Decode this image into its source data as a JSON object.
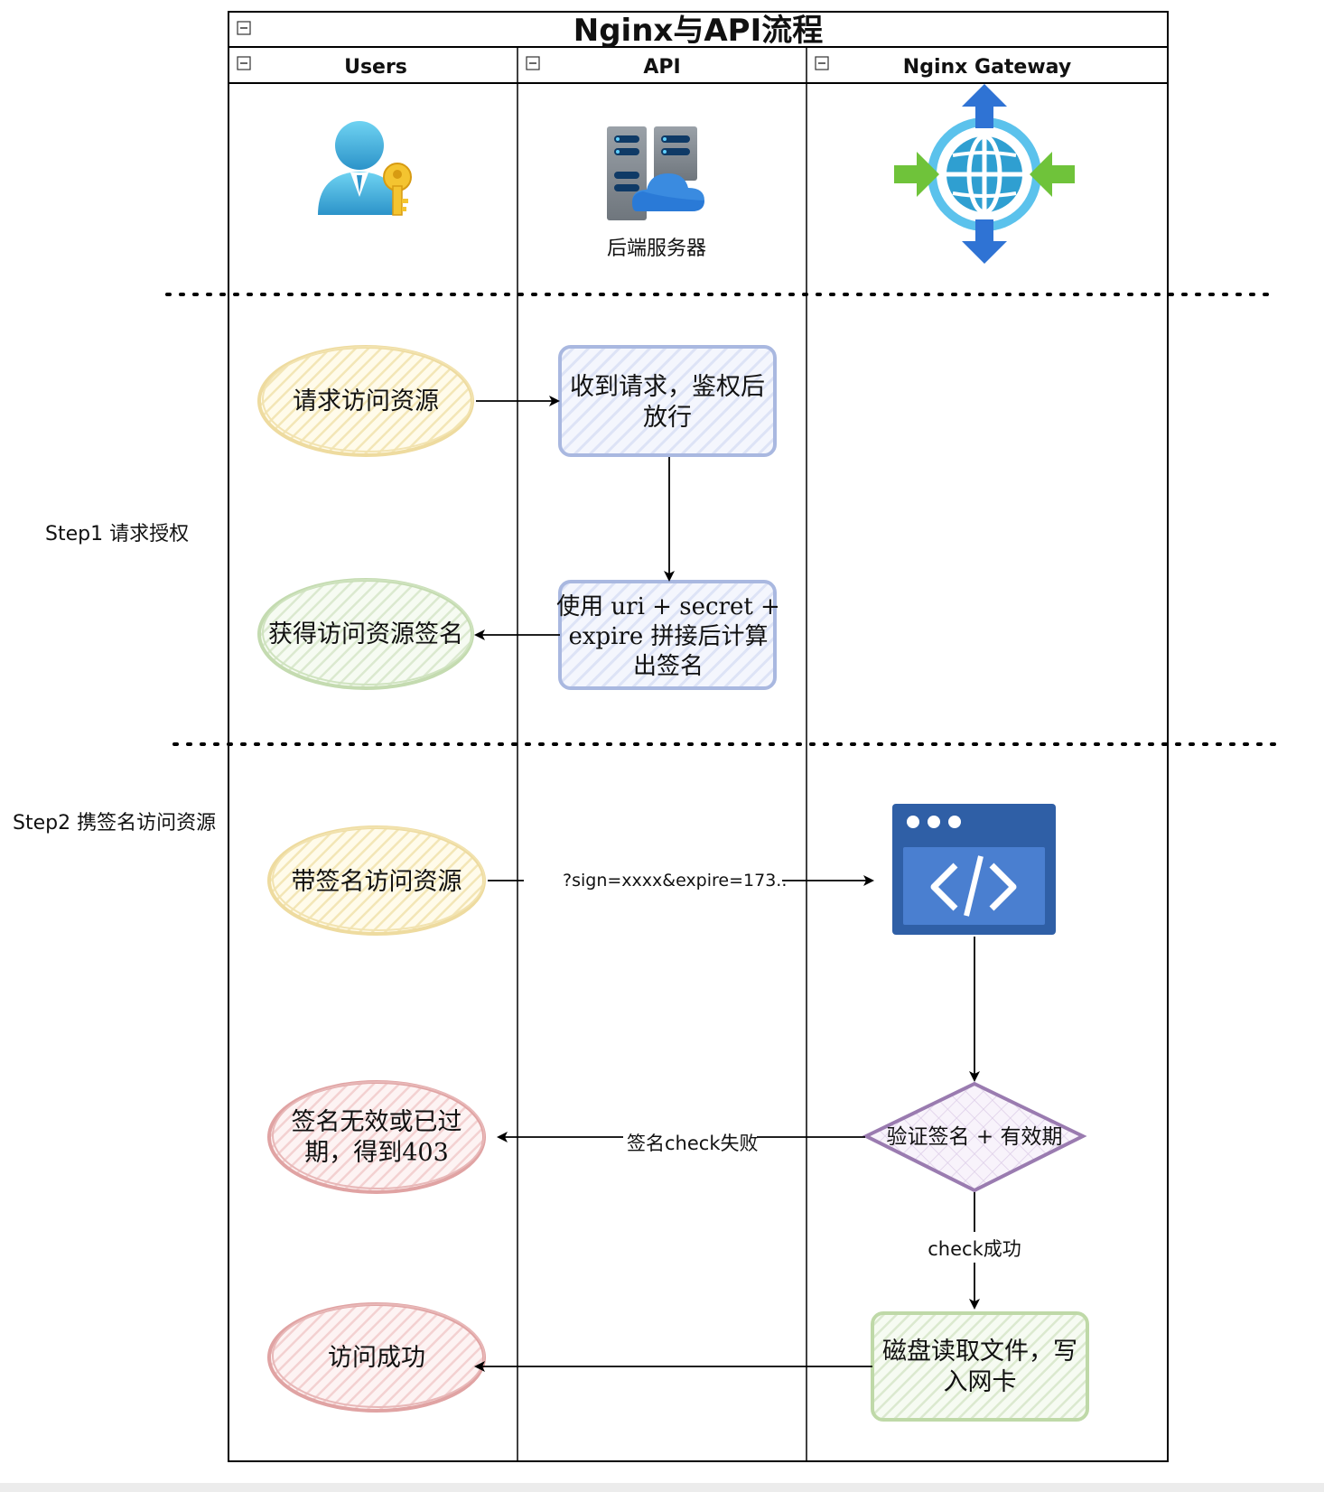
{
  "title": "Nginx与API流程",
  "lanes": {
    "users": "Users",
    "api": "API",
    "gateway": "Nginx Gateway"
  },
  "icons": {
    "user_key": "user-key-icon",
    "server_cloud": "server-cloud-icon",
    "gateway_globe": "globe-arrows-icon",
    "code_window": "code-window-icon"
  },
  "server_label": "后端服务器",
  "steps": {
    "step1": "Step1 请求授权",
    "step2": "Step2 携签名访问资源"
  },
  "nodes": {
    "request_access": "请求访问资源",
    "receive_auth": [
      "收到请求，鉴权后",
      "放行"
    ],
    "compute_sign": [
      "使用 uri + secret +",
      "expire 拼接后计算",
      "出签名"
    ],
    "get_signature": "获得访问资源签名",
    "access_with_sign": "带签名访问资源",
    "verify": "验证签名 + 有效期",
    "sign_invalid": [
      "签名无效或已过",
      "期，得到403"
    ],
    "disk_read": [
      "磁盘读取文件，写",
      "入网卡"
    ],
    "access_success": "访问成功"
  },
  "edges": {
    "query_string": "?sign=xxxx&expire=173..",
    "check_fail": "签名check失败",
    "check_ok": "check成功"
  },
  "colors": {
    "yellow": "#f5e3a6",
    "green": "#c9dfb8",
    "red": "#e3a7a7",
    "blue_box": "#a9b8e0",
    "purple": "#9a7bb0",
    "disk_green": "#bfd9a8",
    "code_dark": "#2f5fa6",
    "code_mid": "#4a7fd0"
  }
}
